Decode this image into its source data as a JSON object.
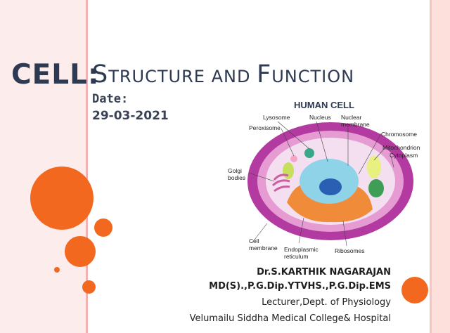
{
  "title": {
    "cell": "CELL:",
    "structure_cap": "S",
    "structure_rest": "TRUCTURE AND ",
    "function_cap": "F",
    "function_rest": "UNCTION"
  },
  "date": {
    "label": "Date:",
    "value": "29-03-2021"
  },
  "diagram": {
    "heading": "HUMAN CELL",
    "labels": {
      "lysosome": "Lysosome",
      "nucleus": "Nucleus",
      "nuclear_membrane_1": "Nuclear",
      "nuclear_membrane_2": "membrane",
      "peroxisome": "Peroxisome",
      "chromosome": "Chromosome",
      "mitochondrion": "Mitochondrion",
      "cytoplasm": "Cytoplasm",
      "golgi_1": "Golgi",
      "golgi_2": "bodies",
      "cell_membrane_1": "Cell",
      "cell_membrane_2": "membrane",
      "er_1": "Endoplasmic",
      "er_2": "reticulum",
      "ribosomes": "Ribosomes"
    }
  },
  "author": {
    "name": "Dr.S.KARTHIK NAGARAJAN",
    "degrees": "MD(S).,P.G.Dip.YTVHS.,P.G.Dip.EMS",
    "position": "Lecturer,Dept. of Physiology",
    "institution": "Velumailu Siddha Medical College& Hospital"
  },
  "colors": {
    "accent": "#f2681f",
    "title": "#2e3a52",
    "band": "#fdecec"
  }
}
